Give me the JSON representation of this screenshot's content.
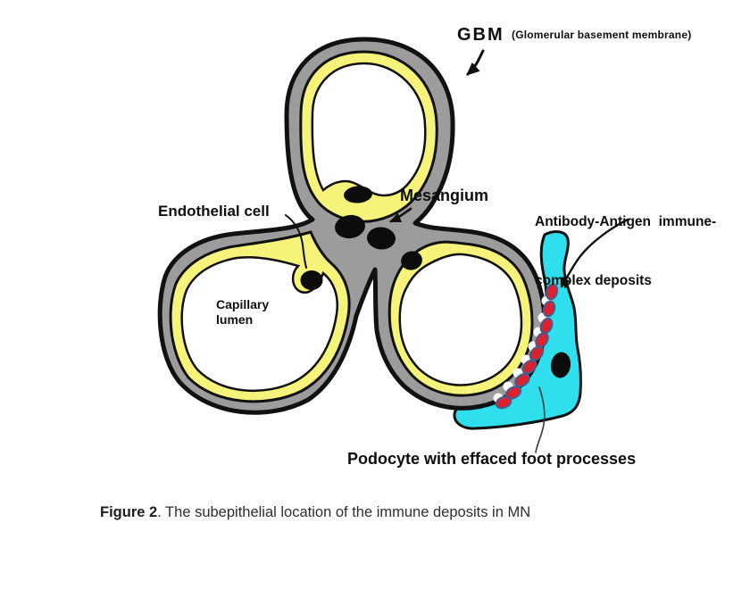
{
  "diagram": {
    "labels": {
      "gbm": "GBM",
      "gbm_paren": "(Glomerular basement membrane)",
      "mesangium": "Mesangium",
      "endothelial_cell": "Endothelial cell",
      "capillary_lumen": [
        "Capillary",
        "lumen"
      ],
      "antibody_deposits": [
        "Antibody-Antigen  immune-",
        "complex deposits"
      ],
      "podocyte": "Podocyte with effaced foot processes"
    },
    "caption": {
      "figure_label": "Figure 2",
      "text": ". The subepithelial location of the immune deposits in MN"
    },
    "colors": {
      "gbm_gray": "#9c9c9c",
      "endothelium_yellow": "#f6f37b",
      "podocyte_cyan": "#2fdfee",
      "deposit_red": "#df202d",
      "deposit_rim": "#4d5a87",
      "lumen_white": "#ffffff",
      "outline_black": "#111111"
    },
    "deposit_count": 9
  }
}
